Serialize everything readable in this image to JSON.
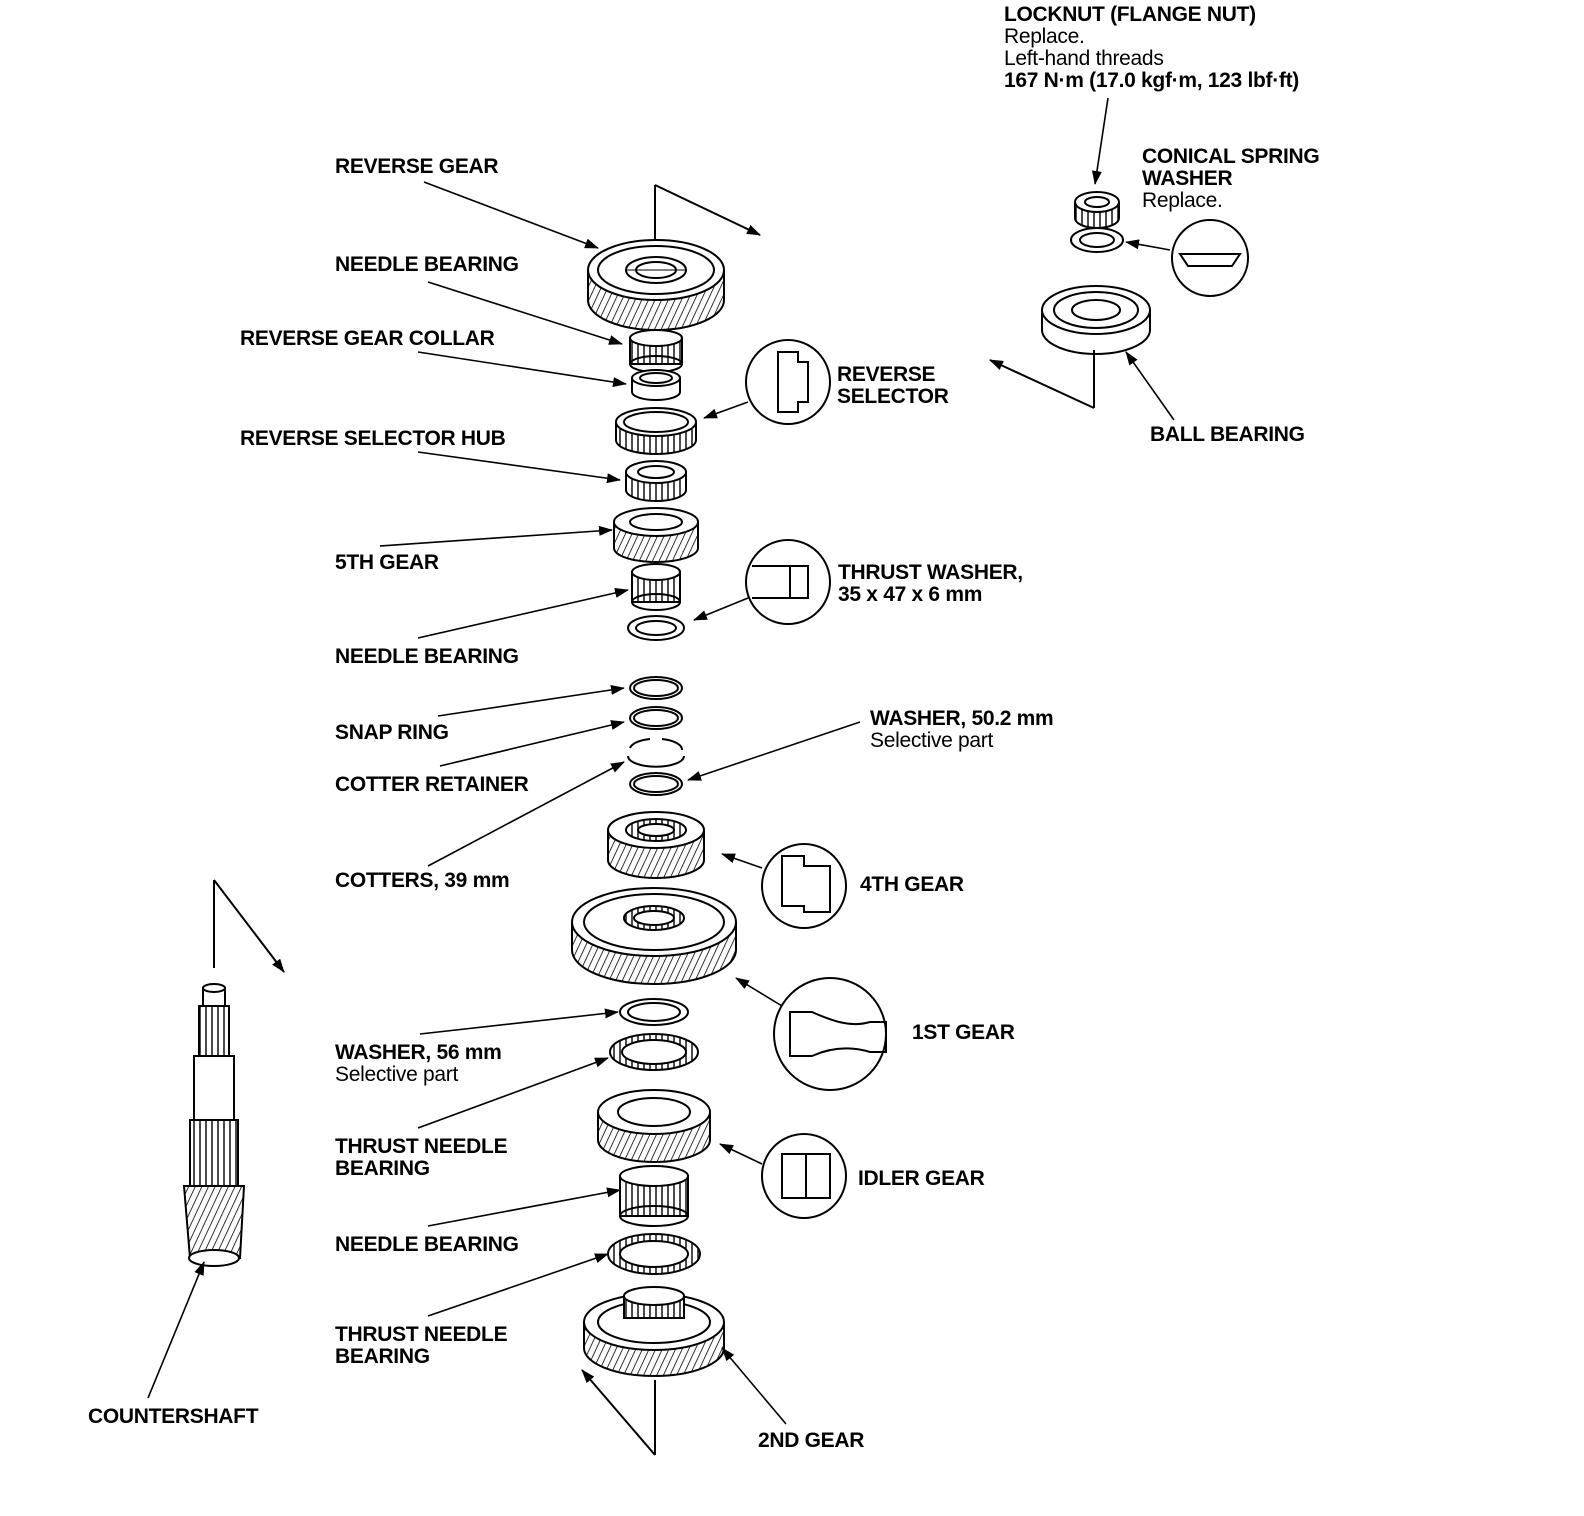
{
  "diagram": {
    "labels": {
      "locknut": {
        "title": "LOCKNUT (FLANGE NUT)",
        "note1": "Replace.",
        "note2": "Left-hand threads",
        "torque": "167 N·m (17.0 kgf·m, 123 lbf·ft)"
      },
      "conical_washer": {
        "line1": "CONICAL SPRING",
        "line2": "WASHER",
        "note": "Replace."
      },
      "ball_bearing": "BALL BEARING",
      "reverse_gear": "REVERSE GEAR",
      "needle_bearing_top": "NEEDLE BEARING",
      "reverse_gear_collar": "REVERSE GEAR COLLAR",
      "reverse_selector": {
        "line1": "REVERSE",
        "line2": "SELECTOR"
      },
      "reverse_selector_hub": "REVERSE SELECTOR HUB",
      "fifth_gear": "5TH GEAR",
      "thrust_washer": {
        "line1": "THRUST WASHER,",
        "line2": "35 x 47 x 6 mm"
      },
      "needle_bearing_mid": "NEEDLE BEARING",
      "washer_50": {
        "title": "WASHER, 50.2 mm",
        "note": "Selective part"
      },
      "snap_ring": "SNAP RING",
      "cotter_retainer": "COTTER RETAINER",
      "cotters": "COTTERS, 39 mm",
      "fourth_gear": "4TH GEAR",
      "first_gear": "1ST GEAR",
      "washer_56": {
        "title": "WASHER, 56 mm",
        "note": "Selective part"
      },
      "thrust_needle_1": {
        "line1": "THRUST NEEDLE",
        "line2": "BEARING"
      },
      "idler_gear": "IDLER GEAR",
      "needle_bearing_low": "NEEDLE BEARING",
      "thrust_needle_2": {
        "line1": "THRUST NEEDLE",
        "line2": "BEARING"
      },
      "countershaft": "COUNTERSHAFT",
      "second_gear": "2ND GEAR"
    }
  }
}
